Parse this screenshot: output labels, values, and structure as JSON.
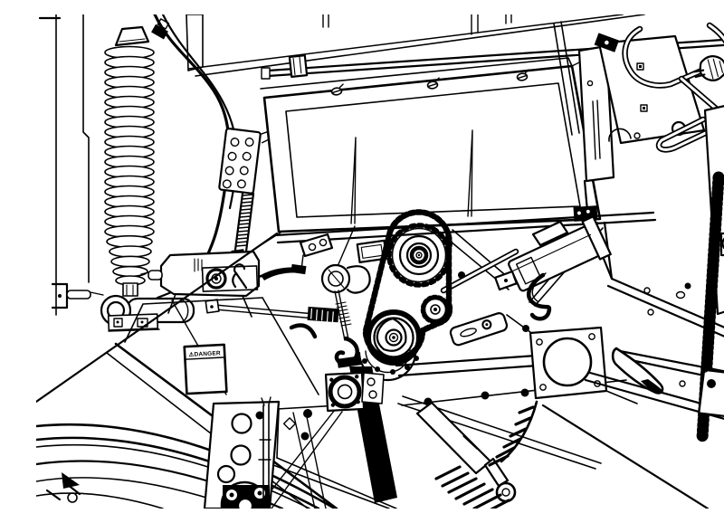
{
  "colors": {
    "background": "#ffffff",
    "ink": "#000000"
  },
  "figure": {
    "type": "technical-line-illustration",
    "description": "Interior view of agricultural machine drive mechanism"
  },
  "decals": {
    "danger_text": "⚠DANGER"
  },
  "diagram": {
    "parts": [
      {
        "id": "coil-spring",
        "label": "Large vertical coil spring with eyelet"
      },
      {
        "id": "hydraulic-hoses",
        "label": "Hoses and cables, upper left"
      },
      {
        "id": "adjuster-plate",
        "label": "Perforated adjuster plate (8 holes)"
      },
      {
        "id": "flex-conduit",
        "label": "Ribbed flexible conduit"
      },
      {
        "id": "hopper-tray",
        "label": "Tilted hopper tray panel with screws"
      },
      {
        "id": "top-rail-rod",
        "label": "Long top rail rod"
      },
      {
        "id": "release-handle",
        "label": "Bent release handle rod with hairpin"
      },
      {
        "id": "hand-knob",
        "label": "Mushroom hand knob"
      },
      {
        "id": "side-panel-right",
        "label": "Tall right side panel"
      },
      {
        "id": "vertical-belt",
        "label": "Toothed vertical belt with roller"
      },
      {
        "id": "drive-sprocket-large",
        "label": "Large chain sprocket"
      },
      {
        "id": "idler-sprocket",
        "label": "Small idler sprocket"
      },
      {
        "id": "drive-pulley",
        "label": "Lower drive pulley with triangular hub"
      },
      {
        "id": "drive-chain",
        "label": "Roller chain loop"
      },
      {
        "id": "chain-tensioner",
        "label": "Tensioner ring, threaded rod and hook"
      },
      {
        "id": "adjuster-rod",
        "label": "Horizontal adjuster rod with sleeve"
      },
      {
        "id": "pivot-bracket",
        "label": "Pivot bracket with bolt and R-clip pin"
      },
      {
        "id": "electric-actuator",
        "label": "Actuator motor with wiring harness"
      },
      {
        "id": "motor-mount-plate",
        "label": "Mount plate with large round opening"
      },
      {
        "id": "curved-arm",
        "label": "Curved arm, lower right"
      },
      {
        "id": "frame-rails",
        "label": "Criss-crossing frame rails"
      },
      {
        "id": "drive-belt",
        "label": "Wide black drive belt, lower center"
      },
      {
        "id": "bearing-flange",
        "label": "Bearing flange with bolt circle"
      },
      {
        "id": "hydraulic-cylinder",
        "label": "Cylinder with rod-end eye"
      },
      {
        "id": "rake-tines",
        "label": "Serrated rake tines"
      },
      {
        "id": "wheel",
        "label": "Wheel / tire arcs, lower left"
      },
      {
        "id": "hub-bearing",
        "label": "Hub bearing with bolted flange"
      },
      {
        "id": "danger-decal",
        "label": "DANGER safety decal"
      }
    ]
  }
}
